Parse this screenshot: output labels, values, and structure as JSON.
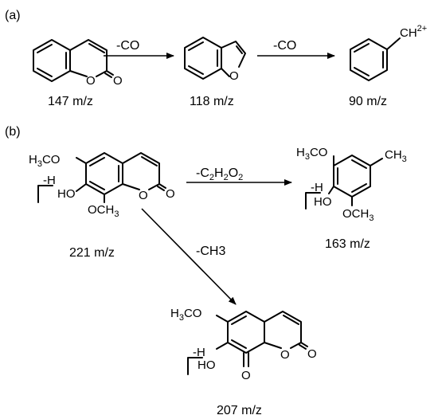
{
  "panels": {
    "a": {
      "label": "(a)"
    },
    "b": {
      "label": "(b)"
    }
  },
  "reaction_a": {
    "step1_loss": "-CO",
    "step2_loss": "-CO",
    "coumarin": {
      "mz": "147 m/z",
      "ring_oxygen": "O",
      "carbonyl_oxygen": "O"
    },
    "benzofuran": {
      "mz": "118 m/z",
      "ring_oxygen": "O"
    },
    "benzyl_cation": {
      "mz": "90 m/z",
      "group": "CH",
      "charge": "2+"
    }
  },
  "reaction_b": {
    "loss_c2h2o2": {
      "prefix": "-C",
      "sub1": "2",
      "mid": "H",
      "sub2": "2",
      "suffix": "O",
      "sub3": "2"
    },
    "loss_ch3": "-CH3",
    "parent": {
      "mz": "221 m/z",
      "methoxy_top": {
        "pre": "H",
        "sub": "3",
        "post": "CO"
      },
      "hydroxy": "HO",
      "methoxy_bottom": {
        "pre": "OCH",
        "sub": "3"
      },
      "h_loss": "-H",
      "ring_oxygen": "O",
      "carbonyl_oxygen": "O"
    },
    "product_163": {
      "mz": "163 m/z",
      "methoxy_top": {
        "pre": "H",
        "sub": "3",
        "post": "CO"
      },
      "methyl": {
        "pre": "CH",
        "sub": "3"
      },
      "hydroxy": "HO",
      "methoxy_bottom": {
        "pre": "OCH",
        "sub": "3"
      },
      "h_loss": "-H"
    },
    "product_207": {
      "mz": "207 m/z",
      "methoxy_top": {
        "pre": "H",
        "sub": "3",
        "post": "CO"
      },
      "hydroxy": "HO",
      "h_loss": "-H",
      "ring_oxygen": "O",
      "carbonyl_oxygen": "O",
      "keto_oxygen": "O"
    }
  },
  "colors": {
    "ink": "#000000",
    "background": "#ffffff"
  }
}
